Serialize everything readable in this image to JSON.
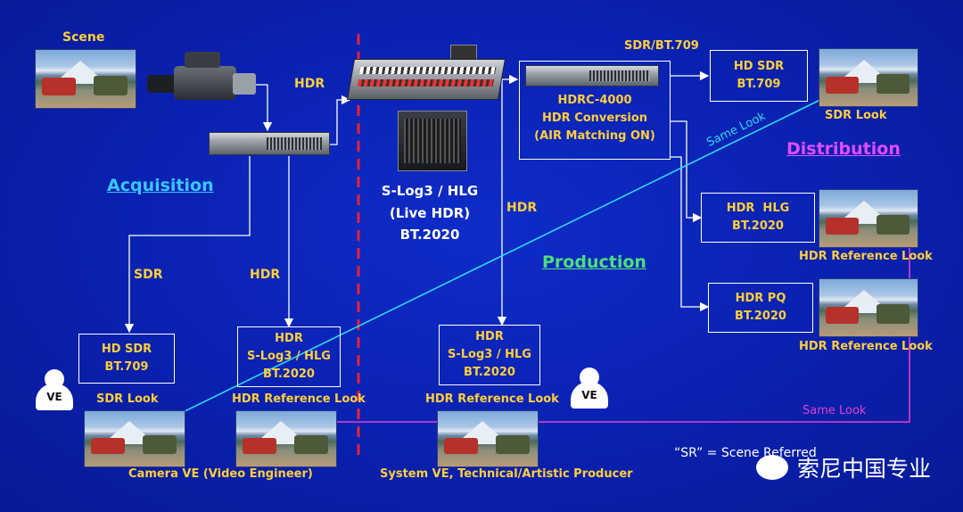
{
  "labels": {
    "scene": "Scene",
    "hdr_top": "HDR",
    "sdr_bt709_top": "SDR/BT.709",
    "sdr_left": "SDR",
    "hdr_left": "HDR",
    "hdr_mid": "HDR",
    "slog_center_1": "S-Log3 / HLG",
    "slog_center_2": "(Live HDR)",
    "slog_center_3": "BT.2020",
    "sdr_look_top": "SDR Look",
    "same_look_diag": "Same Look",
    "hdr_ref_look_r1": "HDR Reference Look",
    "hdr_ref_look_r2": "HDR Reference Look",
    "same_look_bottom": "Same Look",
    "sdr_look_left": "SDR Look",
    "hdr_ref_look_l": "HDR Reference Look",
    "hdr_ref_look_c": "HDR Reference Look",
    "camera_ve": "Camera VE (Video Engineer)",
    "system_ve": "System VE, Technical/Artistic Producer",
    "sr_note": "“SR” = Scene Referred",
    "watermark": "索尼中国专业"
  },
  "sections": {
    "acquisition": "Acquisition",
    "production": "Production",
    "distribution": "Distribution"
  },
  "boxes": {
    "hdrc": [
      "HDRC-4000",
      "HDR Conversion",
      "(AIR Matching ON)"
    ],
    "hd_sdr_top": [
      "HD SDR",
      "BT.709"
    ],
    "hdr_hlg": [
      "HDR  HLG",
      "BT.2020"
    ],
    "hdr_pq": [
      "HDR PQ",
      "BT.2020"
    ],
    "hd_sdr_left": [
      "HD SDR",
      "BT.709"
    ],
    "hdr_slog_left": [
      "HDR",
      "S-Log3 / HLG",
      "BT.2020"
    ],
    "hdr_slog_center": [
      "HDR",
      "S-Log3 / HLG",
      "BT.2020"
    ]
  },
  "icons": {
    "ve_left": "VE",
    "ve_right": "VE"
  },
  "colors": {
    "background": "#0a21b0",
    "label_yellow": "#ffcf3a",
    "acquisition_cyan": "#37c8ff",
    "production_green": "#4be07a",
    "distribution_magenta": "#e24bff",
    "cyan_line": "#2fd8f0",
    "magenta_line": "#e23fd0",
    "divider_red": "#e8203a"
  }
}
